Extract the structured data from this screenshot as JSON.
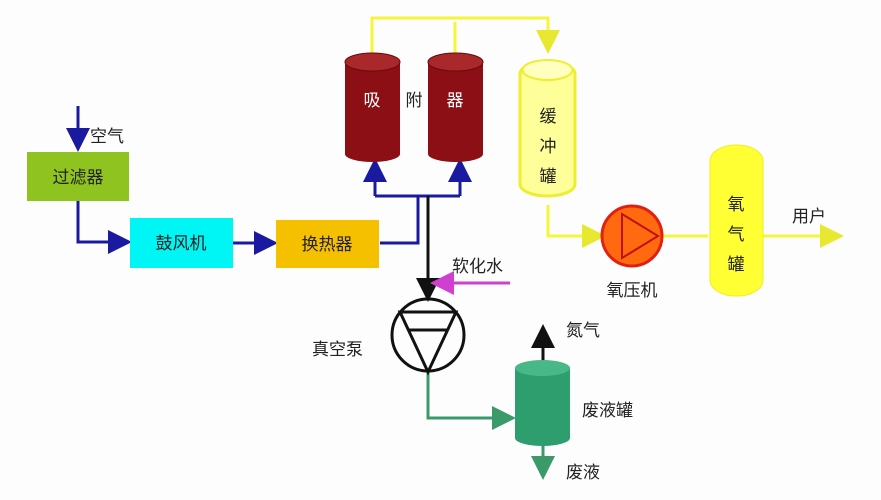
{
  "labels": {
    "air": "空气",
    "filter": "过滤器",
    "blower": "鼓风机",
    "heat_exchanger": "换热器",
    "adsorber_1": "吸",
    "adsorber_2": "附",
    "adsorber_3": "器",
    "buffer_1": "缓",
    "buffer_2": "冲",
    "buffer_3": "罐",
    "compressor": "氧压机",
    "o2_tank_1": "氧",
    "o2_tank_2": "气",
    "o2_tank_3": "罐",
    "user": "用户",
    "soft_water": "软化水",
    "vacuum_pump": "真空泵",
    "nitrogen": "氮气",
    "waste_tank": "废液罐",
    "waste_liquid": "废液"
  },
  "colors": {
    "filter": "#8fc31f",
    "blower": "#00f5f5",
    "heat_exchanger": "#f5c000",
    "adsorber": "#8b0f14",
    "oxygen_line": "#f5f53a",
    "air_line": "#1a1aa0",
    "soft_water_line": "#d040d0",
    "waste_tank": "#2e9e6e",
    "compressor": "#ff6a10"
  }
}
